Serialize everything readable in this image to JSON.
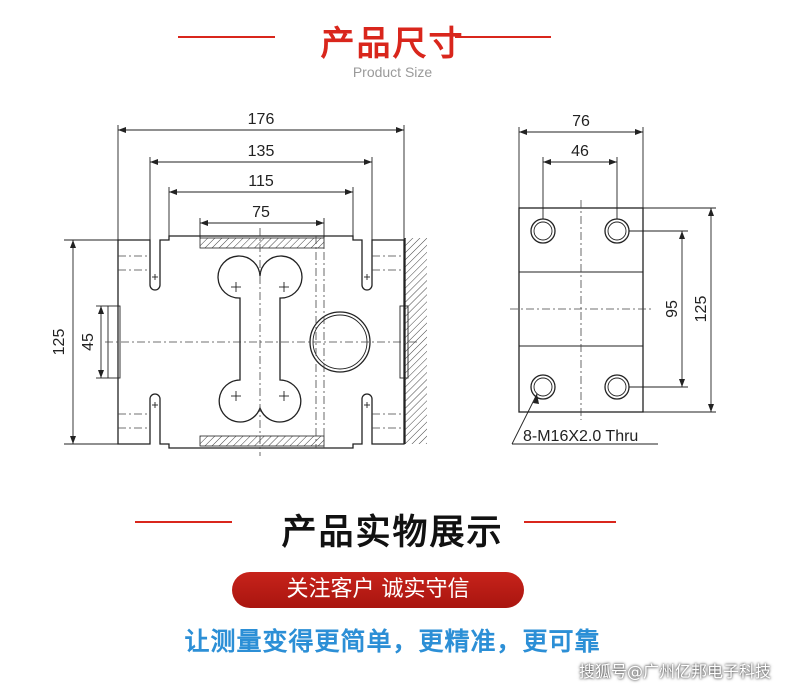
{
  "header": {
    "title": "产品尺寸",
    "subtitle": "Product Size"
  },
  "drawing": {
    "front_view": {
      "dim_top_1": "176",
      "dim_top_2": "135",
      "dim_top_3": "115",
      "dim_top_4": "75",
      "dim_left_height": "125",
      "dim_left_inner": "45"
    },
    "side_view": {
      "dim_top_1": "76",
      "dim_top_2": "46",
      "dim_right_inner": "95",
      "dim_right_height": "125",
      "hole_note": "8-M16X2.0 Thru"
    }
  },
  "section2": {
    "title": "产品实物展示",
    "banner": "关注客户 诚实守信",
    "slogan": "让测量变得更简单，更精准，更可靠"
  },
  "watermark": "搜狐号@广州亿邦电子科技",
  "colors": {
    "accent_red": "#d9261c",
    "slogan_blue": "#2c8fd6",
    "line": "#222222"
  }
}
